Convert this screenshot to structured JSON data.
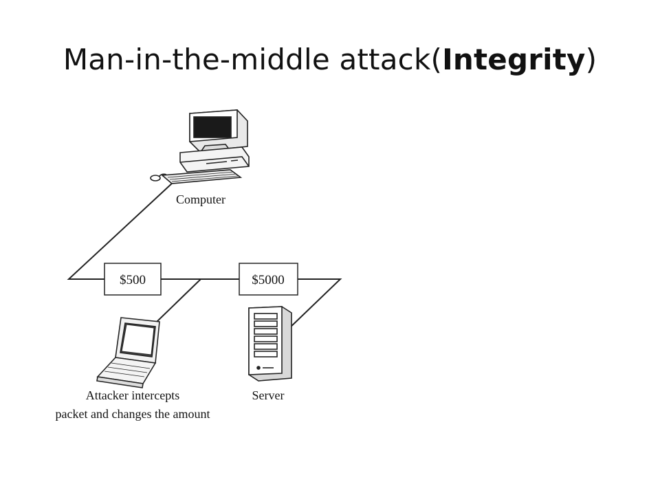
{
  "slide": {
    "title_main": "Man-in-the-middle attack(",
    "title_bold": "Integrity",
    "title_end": ")"
  },
  "diagram": {
    "computer_label": "Computer",
    "packet_original": "$500",
    "packet_modified": "$5000",
    "server_label": "Server",
    "attacker_label_line1": "Attacker intercepts",
    "attacker_label_line2": "packet and changes the amount"
  }
}
